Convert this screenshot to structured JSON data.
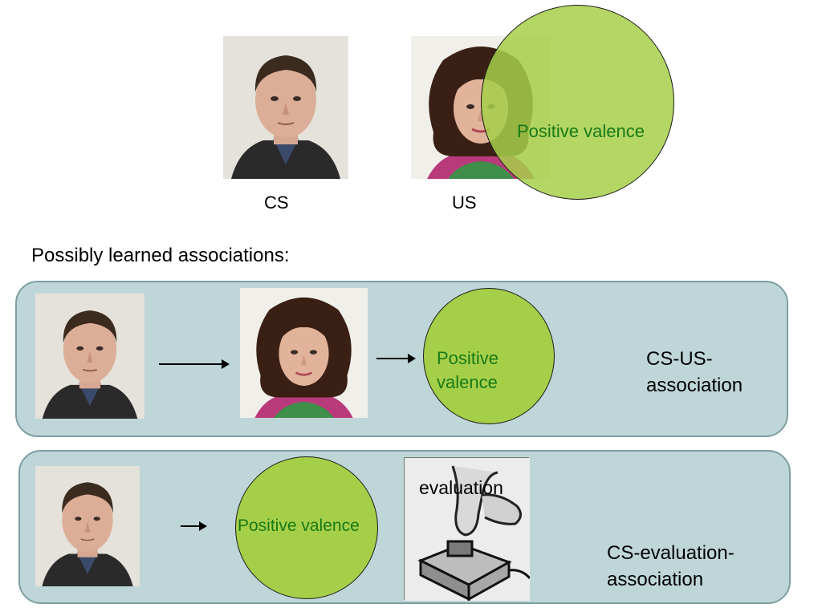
{
  "top": {
    "cs_label": "CS",
    "us_label": "US",
    "circle_text": "Positive valence"
  },
  "section_heading": "Possibly learned associations:",
  "panel1": {
    "circle_text_line1": "Positive",
    "circle_text_line2": "valence",
    "label_line1": "CS-US-",
    "label_line2": "association"
  },
  "panel2": {
    "circle_text": "Positive valence",
    "evaluation_text": "evaluation",
    "label_line1": "CS-evaluation-",
    "label_line2": "association"
  },
  "colors": {
    "circle_fill": "#a6cf49",
    "circle_text": "#177a17",
    "panel_fill": "#bfd6d8",
    "panel_border": "#7d9ea2"
  },
  "icons": {
    "male_face": "male-face-photo",
    "female_face": "female-face-photo",
    "button_press": "finger-press-button-drawing"
  }
}
